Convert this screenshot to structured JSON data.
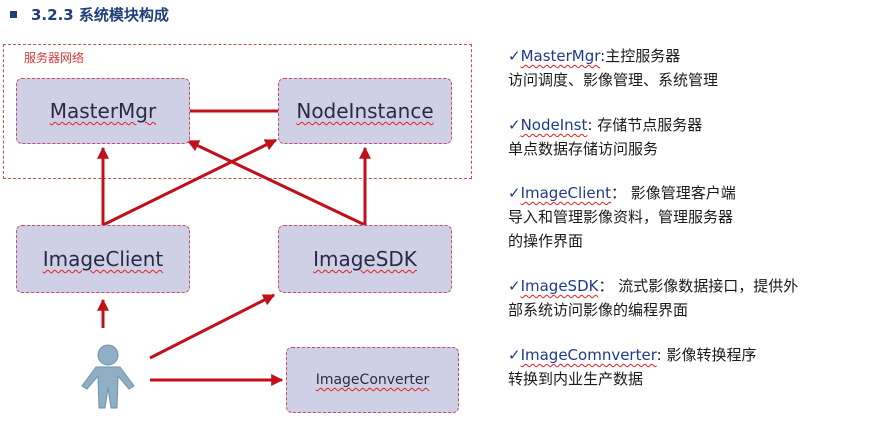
{
  "title": "3.2.3 系统模块构成",
  "group_label": "服务器网络",
  "nodes": {
    "master": "MasterMgr",
    "nodeinst": "NodeInstance",
    "client": "ImageClient",
    "sdk": "ImageSDK",
    "converter": "ImageConverter"
  },
  "descriptions": [
    {
      "check": "✓",
      "term": "MasterMgr",
      "sep": ":",
      "head": "主控服务器",
      "lines": [
        "访问调度、影像管理、系统管理"
      ]
    },
    {
      "check": "✓",
      "term": "NodeInst",
      "sep": ": ",
      "head": "存储节点服务器",
      "lines": [
        "单点数据存储访问服务"
      ]
    },
    {
      "check": "✓",
      "term": "ImageClient",
      "sep": "： ",
      "head": "影像管理客户端",
      "lines": [
        "导入和管理影像资料，管理服务器",
        "的操作界面"
      ]
    },
    {
      "check": "✓",
      "term": "ImageSDK",
      "sep": "： ",
      "head": "流式影像数据接口，提供外",
      "lines": [
        "部系统访问影像的编程界面"
      ]
    },
    {
      "check": "✓",
      "term": "ImageComnverter",
      "sep": ": ",
      "head": "影像转换程序",
      "lines": [
        "转换到内业生产数据"
      ]
    }
  ],
  "colors": {
    "title": "#1f3f7a",
    "arrow": "#c0101a",
    "node_fill": "#cfcfe6",
    "dashed_border": "#d24a4a"
  },
  "icons": {
    "bullet": "square-bullet-icon",
    "user": "person-icon"
  }
}
